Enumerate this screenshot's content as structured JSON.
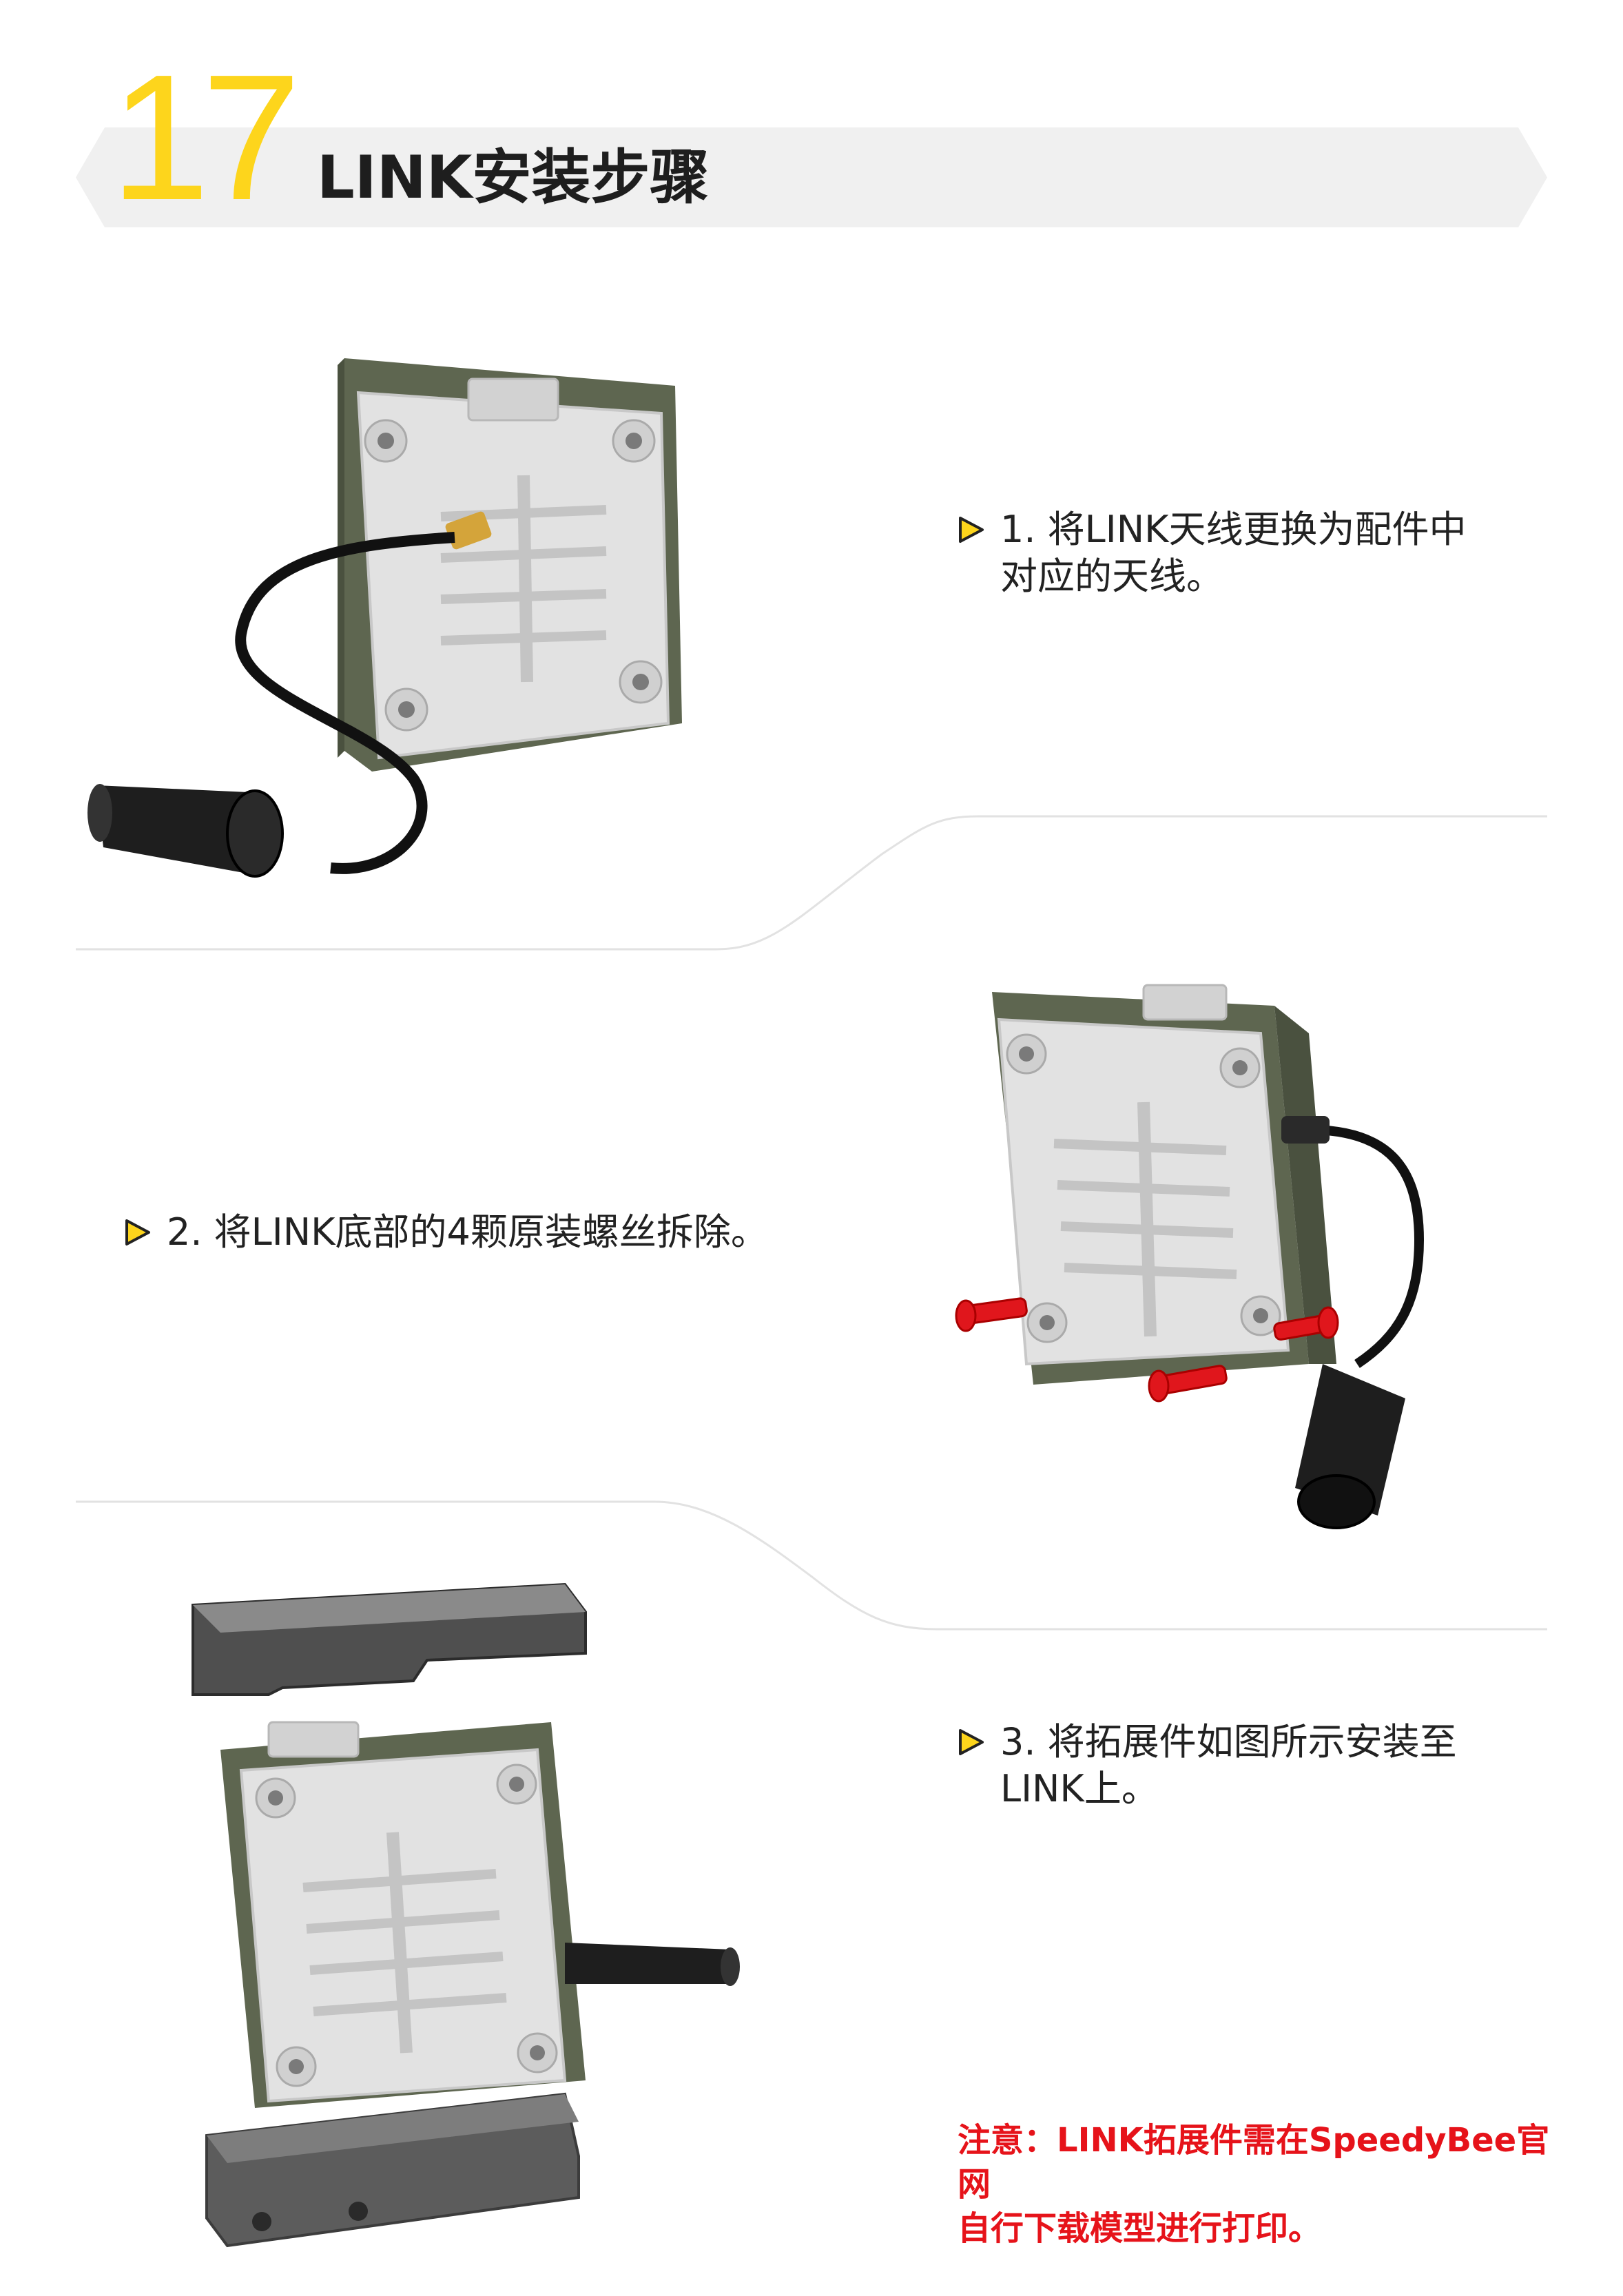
{
  "header": {
    "step_number": "17",
    "title": "LINK安装步骤"
  },
  "steps": [
    {
      "text": "1. 将LINK天线更换为配件中\n对应的天线。"
    },
    {
      "text": "2. 将LINK底部的4颗原装螺丝拆除。"
    },
    {
      "text": "3. 将拓展件如图所示安装至\nLINK上。"
    }
  ],
  "note": {
    "text": "注意：LINK拓展件需在SpeedyBee官网\n自行下载模型进行打印。"
  },
  "colors": {
    "accent_yellow": "#fdd51c",
    "arrow_fill": "#fdd51c",
    "arrow_stroke": "#222222",
    "note_red": "#e6131a",
    "device_body": "#e4e4e4",
    "device_frame": "#5e6650",
    "screw_red": "#e0161c",
    "printed_part": "#555555"
  },
  "icons": [
    "triangle-arrow-icon"
  ]
}
